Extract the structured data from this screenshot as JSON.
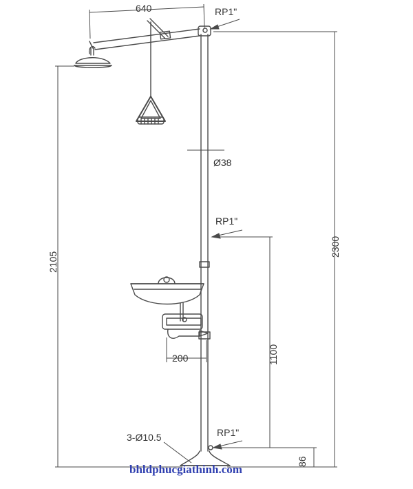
{
  "diagram": {
    "labels": {
      "top_width": "640",
      "rp_top": "RP1\"",
      "diameter": "Ø38",
      "rp_mid": "RP1\"",
      "left_height": "2105",
      "right_height": "2300",
      "bowl_height": "1100",
      "bowl_offset": "200",
      "rp_bottom": "RP1\"",
      "holes": "3-Ø10.5",
      "base_height": "86"
    },
    "watermark": "bhldphucgiathinh.com",
    "colors": {
      "line": "#4a4a4a",
      "text": "#333333",
      "watermark": "#2f3fb0"
    }
  }
}
